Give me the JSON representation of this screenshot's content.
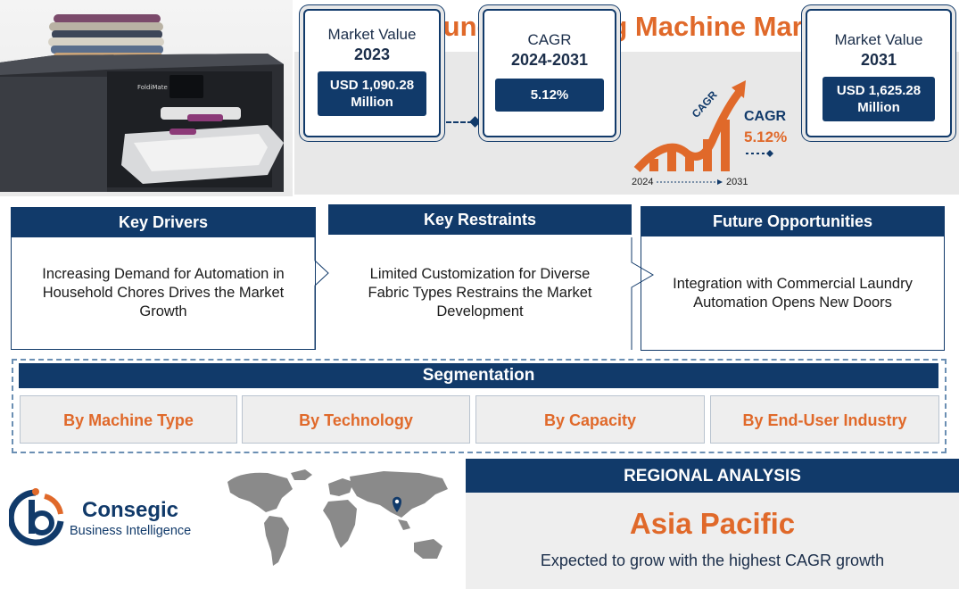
{
  "title": "Laundry Folding Machine Market",
  "hero": {
    "machine_brand": "FoldiMate"
  },
  "stats": {
    "market_value_2023": {
      "label": "Market Value",
      "year": "2023",
      "value": "USD 1,090.28 Million"
    },
    "cagr": {
      "label": "CAGR",
      "period": "2024-2031",
      "value": "5.12%"
    },
    "growth_graphic": {
      "arrow_label": "CAGR",
      "side_label": "CAGR",
      "side_value": "5.12%",
      "start_year": "2024",
      "end_year": "2031"
    },
    "market_value_2031": {
      "label": "Market Value",
      "year": "2031",
      "value": "USD 1,625.28 Million"
    }
  },
  "columns": [
    {
      "heading": "Key Drivers",
      "text": "Increasing Demand for Automation in Household Chores Drives the Market Growth"
    },
    {
      "heading": "Key Restraints",
      "text": "Limited Customization for Diverse Fabric Types Restrains the Market Development"
    },
    {
      "heading": "Future Opportunities",
      "text": "Integration with Commercial Laundry Automation Opens New Doors"
    }
  ],
  "segmentation": {
    "heading": "Segmentation",
    "items": [
      "By Machine Type",
      "By Technology",
      "By Capacity",
      "By End-User Industry"
    ]
  },
  "logo": {
    "name": "Consegic",
    "tagline": "Business Intelligence"
  },
  "regional": {
    "heading": "REGIONAL ANALYSIS",
    "region": "Asia Pacific",
    "description": "Expected to grow with the highest CAGR growth"
  },
  "colors": {
    "navy": "#113a6a",
    "orange": "#e0692a",
    "panel_gray": "#e8e8e8"
  },
  "icons": [
    "location-pin-icon",
    "growth-arrow-icon",
    "world-map"
  ]
}
